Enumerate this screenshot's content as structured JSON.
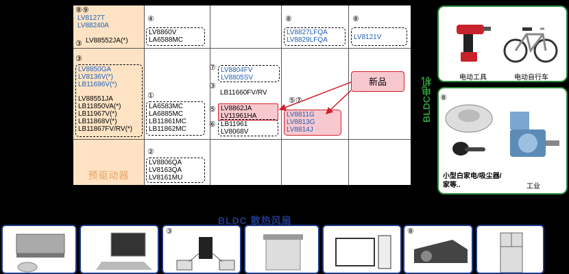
{
  "predriver_label": "预驱动器",
  "new_label": "新品",
  "groups": {
    "c1_r1": {
      "badge": "⑧⑨",
      "lines": [
        "LV8127T",
        "LV88240A"
      ]
    },
    "c1_r1b": {
      "badge": "③",
      "lines": [
        "LV88552JA(*)"
      ]
    },
    "c2_r1": {
      "badge": "④",
      "lines": [
        "LV8860V",
        "LA6588MC"
      ]
    },
    "c4_r1": {
      "badge": "⑧",
      "lines": [
        "LV8827LFQA",
        "LV8829LFQA"
      ]
    },
    "c5_r1": {
      "badge": "⑧",
      "lines": [
        "LV8121V"
      ]
    },
    "c1_r2a": {
      "badge": "③",
      "lines": [
        "LV8850GA",
        "LV8136V(*)",
        "LB11696V(*)"
      ]
    },
    "c1_r2b": {
      "lines": [
        "LV88551JA",
        "LB11850VA(*)",
        "LB11967V(*)",
        "LB11868V(*)",
        "LB11867FV/RV(*)"
      ]
    },
    "c2_r2": {
      "badge": "①",
      "lines": [
        "LA6583MC",
        "LA6885MC",
        "LB11861MC",
        "LB11862MC"
      ]
    },
    "c3_r2a": {
      "badge": "⑦",
      "lines": [
        "LV8804FV",
        "LV8805SV"
      ]
    },
    "c3_r2b": {
      "badge": "③",
      "lines": [
        "LB11660FV/RV"
      ]
    },
    "c3_r2c": {
      "badge": "⑤",
      "lines": [
        "LV8862JA",
        "LV11961HA"
      ]
    },
    "c3_r2d": {
      "badge": "⑥",
      "lines": [
        "LB11961",
        "LV8068V"
      ]
    },
    "c4_r2": {
      "badge": "⑤⑦",
      "lines": [
        "LV8811G",
        "LV8813G",
        "LV8814J"
      ]
    },
    "c2_r3": {
      "badge": "②",
      "lines": [
        "LV8806QA",
        "LV8163QA",
        "LV8161MU"
      ]
    }
  },
  "bldc_motor": {
    "title": "BLDC电机",
    "tool_caption": "电动工具",
    "bike_caption": "电动自行车",
    "appliance_badge": "⑧",
    "appliance_caption": "小型白家电/吸尘器/家等..",
    "industry_caption": "工业"
  },
  "fan": {
    "title": "BLDC  散热风扇",
    "server_badge": "③"
  },
  "colors": {
    "blue": "#1f5fb8",
    "green": "#2d8a3a",
    "red": "#d0202a",
    "navy": "#1e3a8a",
    "peach": "#fde3c4"
  }
}
